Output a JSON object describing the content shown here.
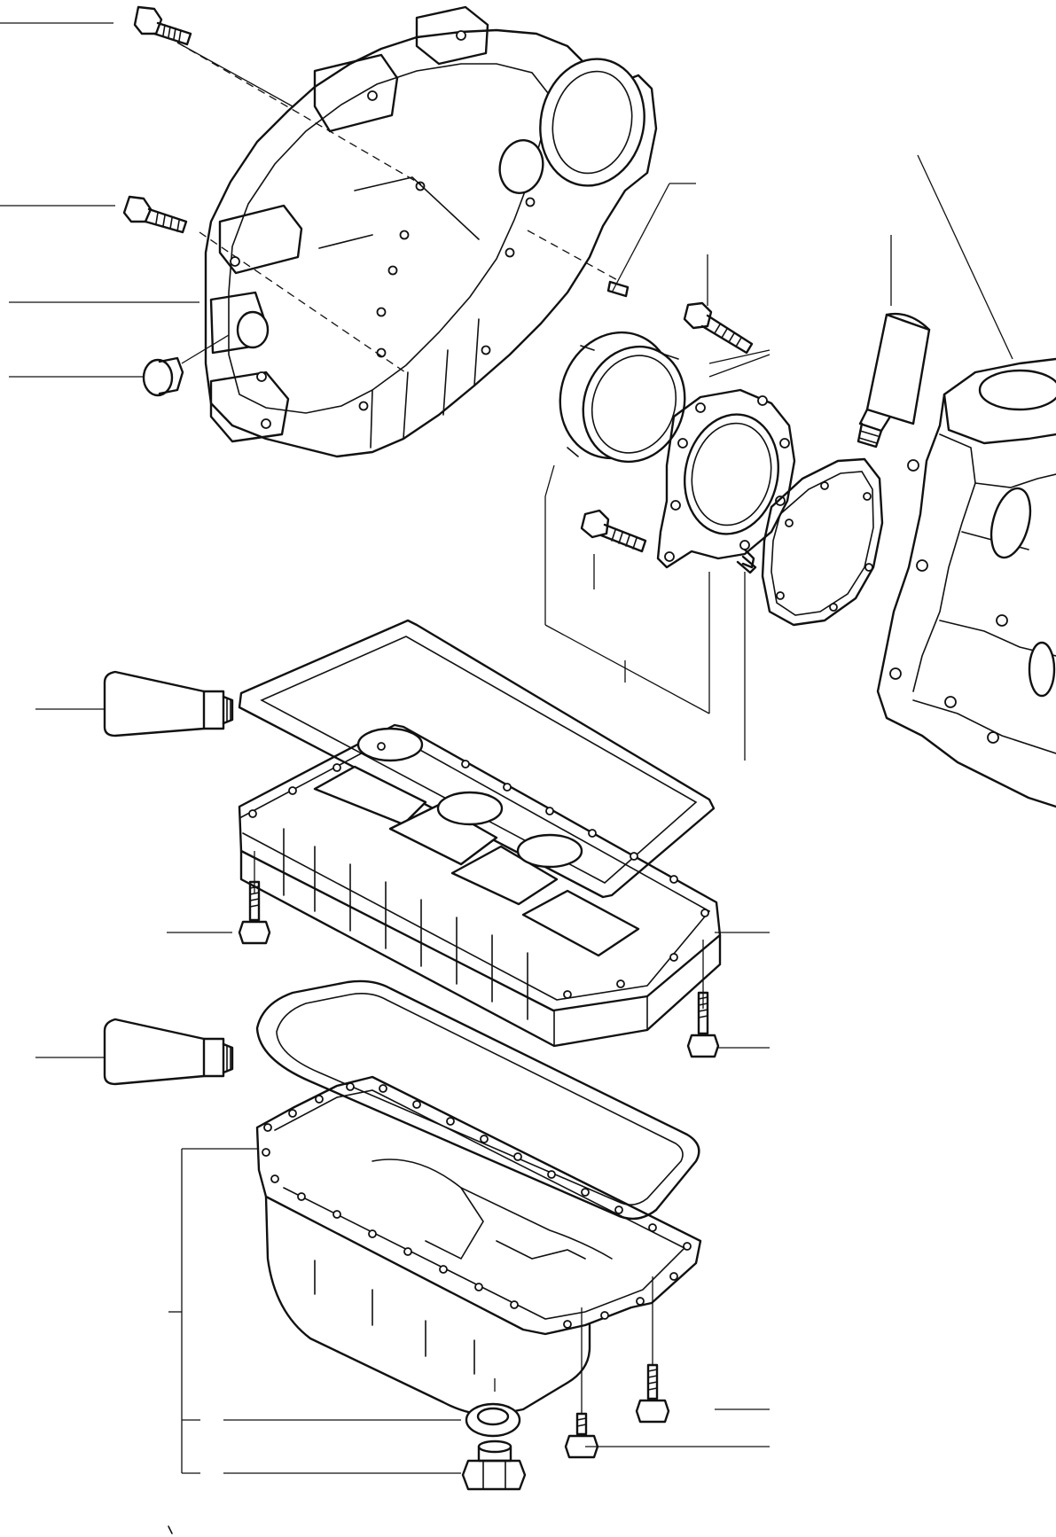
{
  "figure": {
    "type": "exploded-parts-diagram",
    "labels": [],
    "parts": [
      "flywheel-housing",
      "housing-bolt-upper",
      "housing-bolt-lower",
      "housing-plug",
      "dowel-pin",
      "oil-seal",
      "seal-retainer-plate",
      "retainer-bolt-upper",
      "retainer-bolt-lower",
      "retainer-gasket",
      "sealant-tube",
      "cylinder-block",
      "adapter-plate",
      "adapter-gasket",
      "adapter-bolt-left",
      "adapter-bolt-right",
      "oil-pan",
      "oil-pan-gasket",
      "oil-pan-bolt",
      "drain-plug",
      "drain-plug-washer"
    ]
  }
}
